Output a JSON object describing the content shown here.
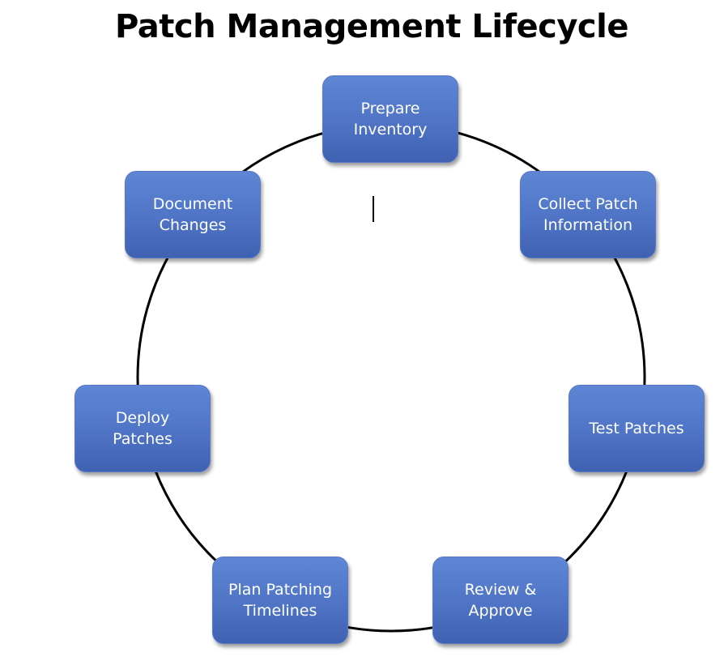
{
  "title": "Patch Management Lifecycle",
  "colors": {
    "node_fill": "#4f74c6",
    "node_text": "#ffffff",
    "ring": "#000000"
  },
  "steps": [
    {
      "label": "Prepare\nInventory"
    },
    {
      "label": "Collect Patch\nInformation"
    },
    {
      "label": "Test Patches"
    },
    {
      "label": "Review &\nApprove"
    },
    {
      "label": "Plan Patching\nTimelines"
    },
    {
      "label": "Deploy\nPatches"
    },
    {
      "label": "Document\nChanges"
    }
  ]
}
